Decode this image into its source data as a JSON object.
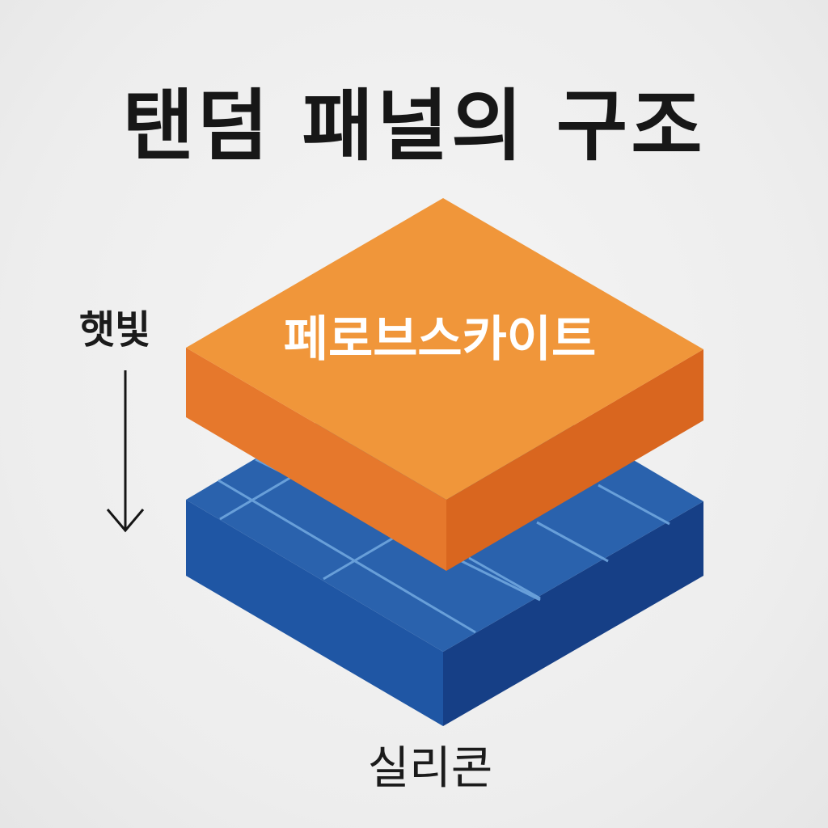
{
  "title": "탠덤 패널의 구조",
  "sunlight_label": "햇빛",
  "layers": {
    "top": {
      "label": "페로브스카이트",
      "color_top": "#f0963a",
      "color_left": "#e6782c",
      "color_right": "#d9661f"
    },
    "bottom": {
      "label": "실리콘",
      "color_top": "#2a62ad",
      "color_left": "#1f56a4",
      "color_right": "#163f86",
      "grid_color": "#6fa6de"
    }
  },
  "icons": {
    "sunlight_arrow": "arrow-down-icon"
  }
}
